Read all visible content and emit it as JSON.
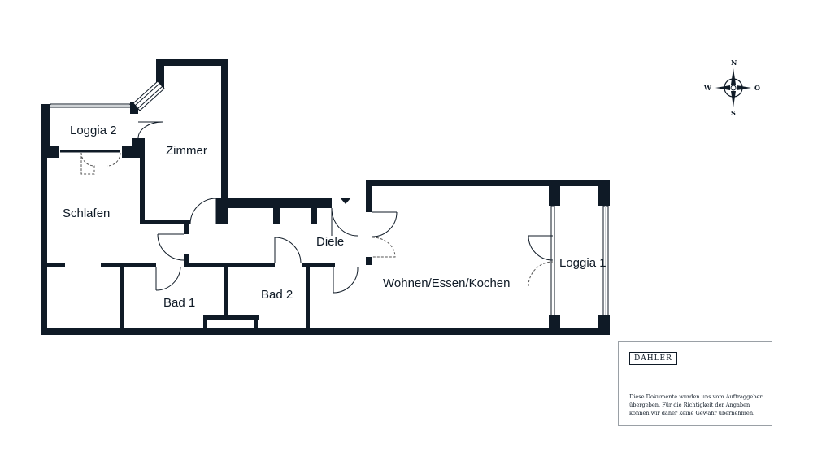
{
  "colors": {
    "wall": "#0f1a26",
    "line": "#0f1a26",
    "dashed": "#555555",
    "window": "#cfd3d6"
  },
  "rooms": {
    "loggia2": "Loggia 2",
    "zimmer": "Zimmer",
    "schlafen": "Schlafen",
    "diele": "Diele",
    "bad1": "Bad 1",
    "bad2": "Bad 2",
    "wohnen": "Wohnen/Essen/Kochen",
    "loggia1": "Loggia 1"
  },
  "compass": {
    "n": "N",
    "s": "S",
    "w": "W",
    "o": "O"
  },
  "legend": {
    "brand": "DAHLER",
    "lines": [
      "Diese Dokumente wurden uns vom Auftraggeber",
      "übergeben. Für die Richtigkeit der Angaben",
      "können wir daher keine Gewähr übernehmen."
    ]
  },
  "icons": {
    "entrance": "entrance-arrow-icon",
    "compass": "compass-rose-icon"
  }
}
